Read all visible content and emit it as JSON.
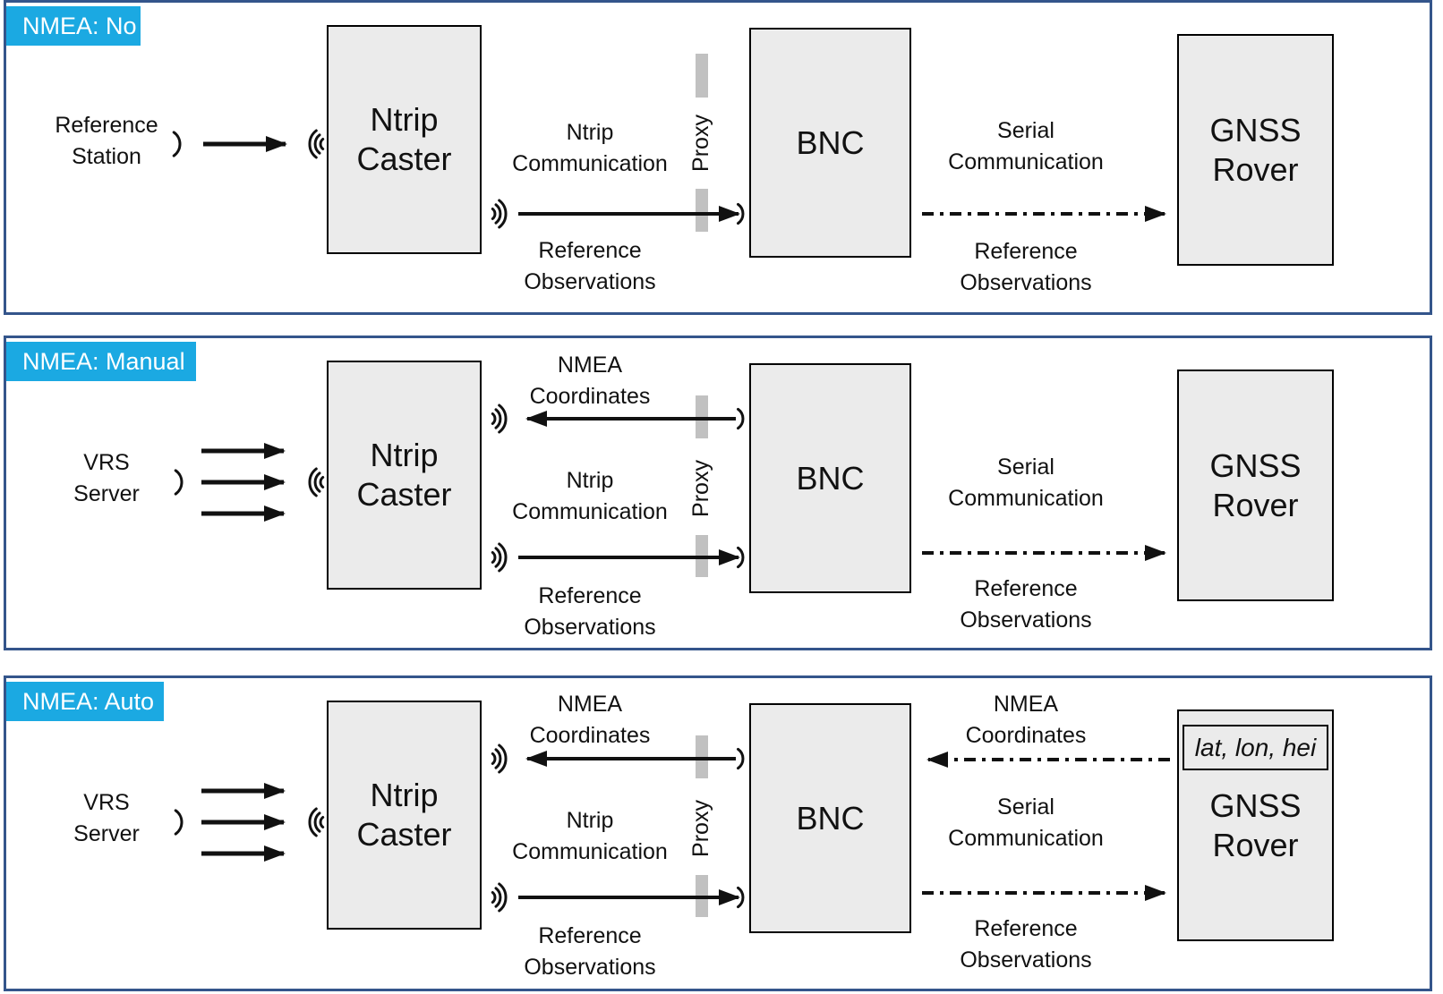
{
  "colors": {
    "tag_bg": "#1BA9E2",
    "panel_border": "#34558B",
    "box_fill": "#EBEBEB",
    "proxy_bar": "#C1C1C1",
    "arrow_ink": "#111111"
  },
  "icons": {
    "wifi_waves": "wifi-waves-icon",
    "antenna_arc": "antenna-arc-icon"
  },
  "panels": [
    {
      "id": "nmea-no",
      "tag": "NMEA: No",
      "source": "Reference\nStation",
      "boxes": {
        "caster": "Ntrip\nCaster",
        "bnc": "BNC",
        "rover": "GNSS\nRover"
      },
      "labels": {
        "ntrip_comm": "Ntrip\nCommunication",
        "ref_obs_mid": "Reference\nObservations",
        "proxy": "Proxy",
        "serial_comm": "Serial\nCommunication",
        "ref_obs_right": "Reference\nObservations"
      }
    },
    {
      "id": "nmea-manual",
      "tag": "NMEA: Manual",
      "source": "VRS\nServer",
      "boxes": {
        "caster": "Ntrip\nCaster",
        "bnc": "BNC",
        "rover": "GNSS\nRover"
      },
      "labels": {
        "nmea_coords_mid": "NMEA\nCoordinates",
        "ntrip_comm": "Ntrip\nCommunication",
        "ref_obs_mid": "Reference\nObservations",
        "proxy": "Proxy",
        "serial_comm": "Serial\nCommunication",
        "ref_obs_right": "Reference\nObservations"
      }
    },
    {
      "id": "nmea-auto",
      "tag": "NMEA: Auto",
      "source": "VRS\nServer",
      "boxes": {
        "caster": "Ntrip\nCaster",
        "bnc": "BNC",
        "rover": "GNSS\nRover"
      },
      "rover_coords": "lat, lon, hei",
      "labels": {
        "nmea_coords_mid": "NMEA\nCoordinates",
        "nmea_coords_right": "NMEA\nCoordinates",
        "ntrip_comm": "Ntrip\nCommunication",
        "ref_obs_mid": "Reference\nObservations",
        "proxy": "Proxy",
        "serial_comm": "Serial\nCommunication",
        "ref_obs_right": "Reference\nObservations"
      }
    }
  ]
}
